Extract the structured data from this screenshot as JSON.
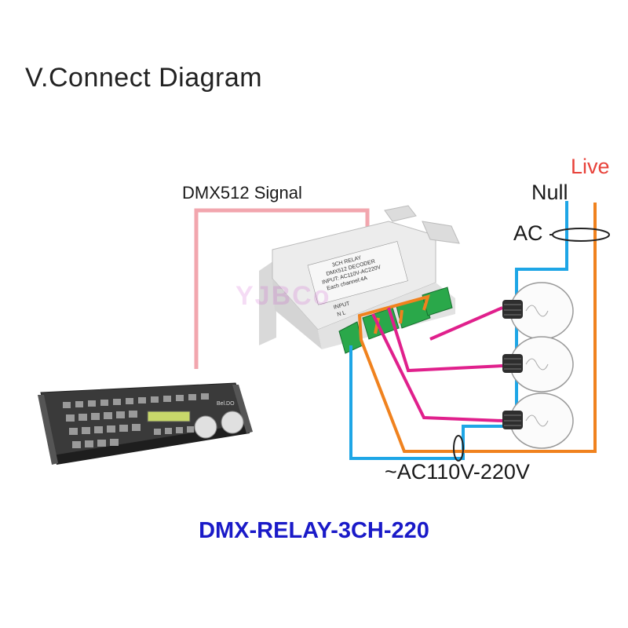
{
  "title": "V.Connect Diagram",
  "labels": {
    "live": "Live",
    "null": "Null",
    "ac": "AC",
    "dmx_signal": "DMX512 Signal",
    "voltage": "~AC110V-220V"
  },
  "model": "DMX-RELAY-3CH-220",
  "watermark": "YJBCo",
  "decoder": {
    "line1": "3CH RELAY",
    "line2": "DMX512 DECODER",
    "line3": "INPUT: AC110V-AC220V",
    "line4": "Each channel:4A",
    "input_label": "INPUT",
    "input_terminals": "N L"
  },
  "console": {
    "brand": "Bel.DO"
  },
  "colors": {
    "live": "#f0821e",
    "null": "#1ea6e6",
    "channel": "#e0208c",
    "dmx_signal": "#f2a6ae",
    "model": "#1a1ac8",
    "live_label": "#e8423a"
  },
  "bulbs": [
    "bulb-1",
    "bulb-2",
    "bulb-3"
  ]
}
